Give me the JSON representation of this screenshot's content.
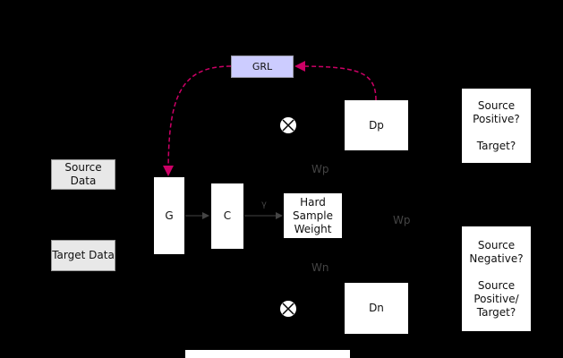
{
  "nodes": {
    "grl": "GRL",
    "dp": "Dp",
    "dn": "Dn",
    "g": "G",
    "c": "C",
    "hard_sample_weight": "Hard Sample Weight",
    "source_data": "Source Data",
    "target_data": "Target Data",
    "dp_question": "Source Positive?\n\nTarget?",
    "dn_question": "Source Negative?\n\nSource Positive/ Target?"
  },
  "labels": {
    "wp_top": "Wp",
    "wp_right": "Wp",
    "wn": "Wn",
    "gamma": "γ"
  },
  "colors": {
    "grl_fill": "#ccccff",
    "dashed_arrow": "#cc0066"
  }
}
